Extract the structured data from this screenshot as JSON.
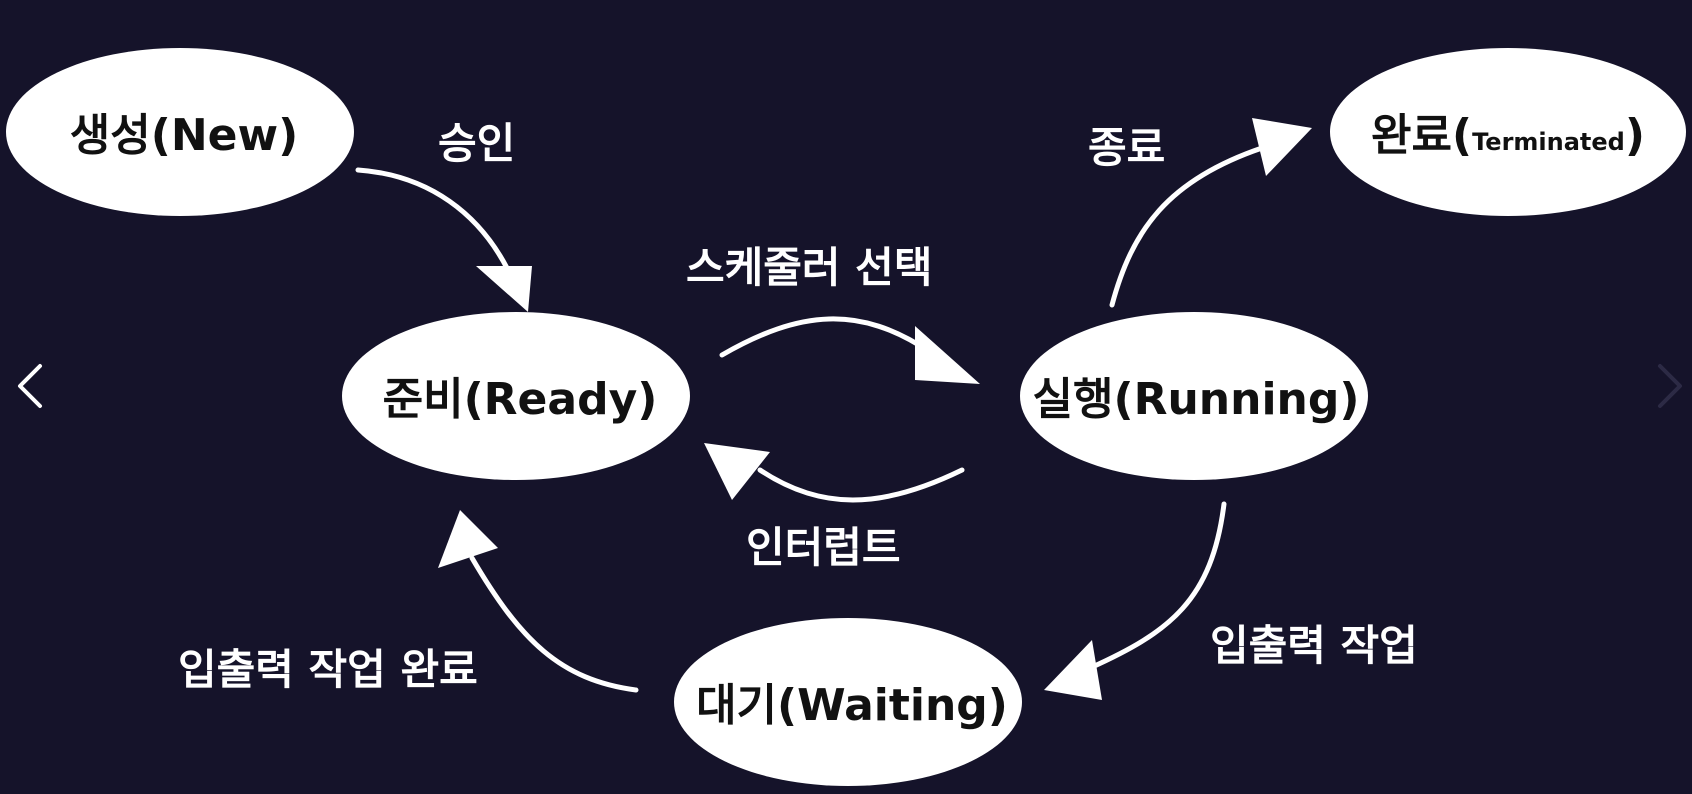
{
  "colors": {
    "background": "#15132a",
    "node_fill": "#ffffff",
    "node_text": "#111111",
    "edge": "#ffffff",
    "nav_prev": "#ffffff",
    "nav_next": "#2c2a45"
  },
  "nodes": {
    "new": {
      "label": "생성(New)"
    },
    "ready": {
      "label": "준비(Ready)"
    },
    "running": {
      "label": "실행(Running)"
    },
    "waiting": {
      "label": "대기(Waiting)"
    },
    "terminated": {
      "label_main": "완료(",
      "label_small": "Terminated",
      "label_close": ")"
    }
  },
  "edges": {
    "admit": {
      "label": "승인"
    },
    "dispatch": {
      "label": "스케줄러 선택"
    },
    "interrupt": {
      "label": "인터럽트"
    },
    "exit": {
      "label": "종료"
    },
    "io_wait": {
      "label": "입출력 작업"
    },
    "io_complete": {
      "label": "입출력 작업 완료"
    }
  },
  "navigation": {
    "prev_icon": "chevron-left-icon",
    "next_icon": "chevron-right-icon"
  }
}
